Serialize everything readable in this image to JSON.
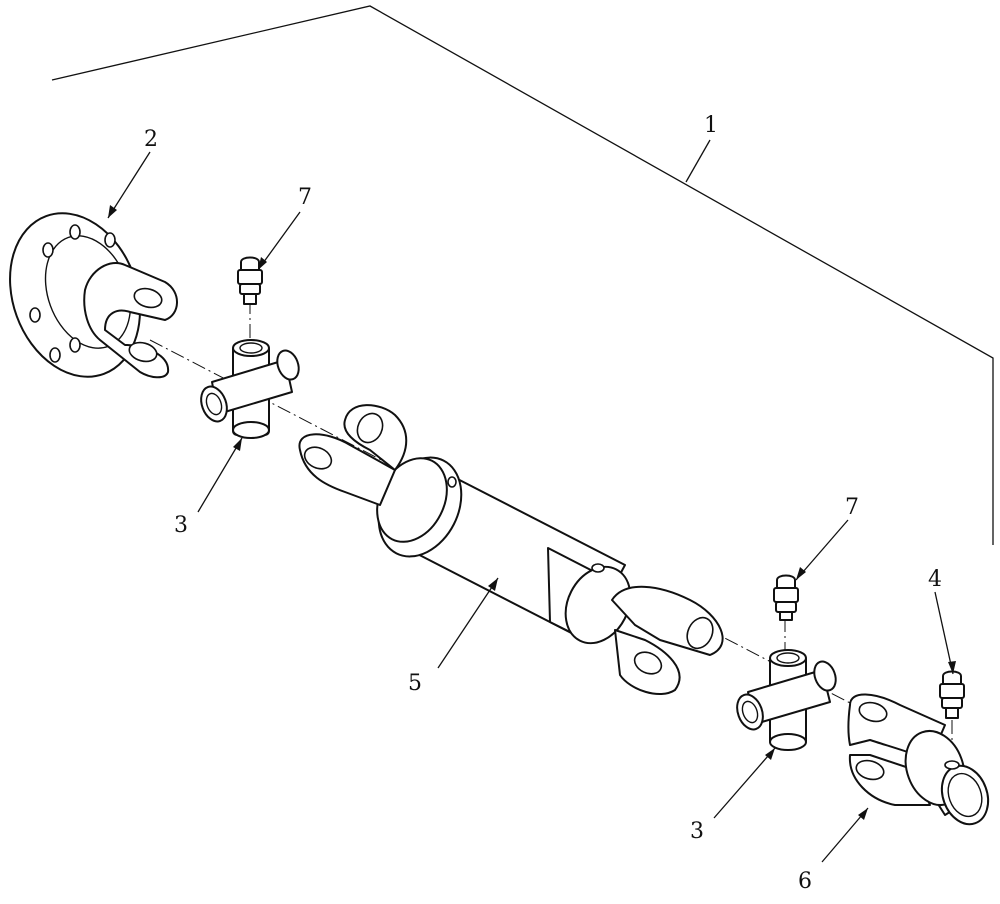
{
  "callouts": {
    "c1": "1",
    "c2": "2",
    "c3a": "3",
    "c3b": "3",
    "c4": "4",
    "c5": "5",
    "c6": "6",
    "c7a": "7",
    "c7b": "7"
  },
  "colors": {
    "ink": "#111111",
    "paper": "#ffffff"
  }
}
